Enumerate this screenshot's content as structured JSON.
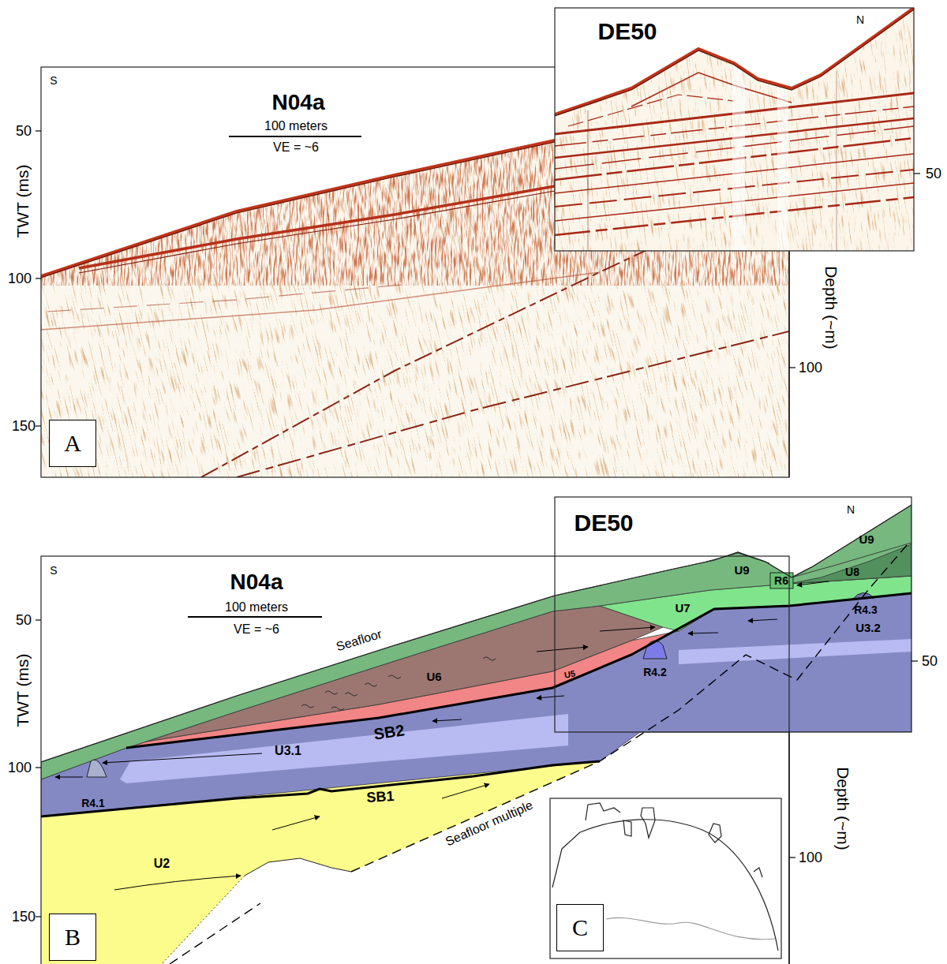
{
  "diagram": {
    "nodes": [
      {
        "text": [
          "A"
        ]
      },
      {
        "text": [
          "B"
        ]
      },
      {
        "text": [
          "C"
        ]
      }
    ],
    "labels": [
      "S",
      "N04a",
      "100 meters",
      "VE = ~6",
      "DE50",
      "N",
      "50",
      "100",
      "150",
      "TWT (ms)",
      "50",
      "100",
      "Depth (~m)",
      "S",
      "N04a",
      "100 meters",
      "VE = ~6",
      "DE50",
      "N",
      "U9",
      "U9",
      "R6",
      "U8",
      "U7",
      "R4.3",
      "U3.2",
      "R4.2",
      "U5",
      "U6",
      "Seafloor",
      "SB2",
      "U3.1",
      "R4.1",
      "SB1",
      "Seafloor multiple",
      "U2",
      "50",
      "100",
      "150",
      "TWT (ms)",
      "50",
      "100",
      "Depth (~m)"
    ]
  }
}
